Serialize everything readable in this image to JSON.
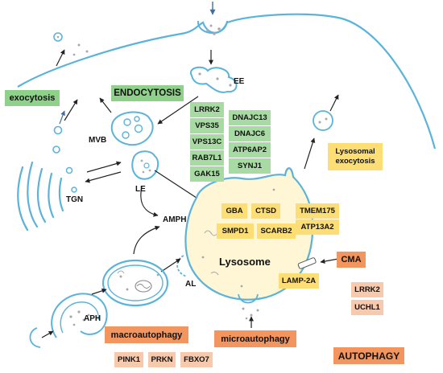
{
  "labels": {
    "exocytosis": "exocytosis",
    "endocytosis": "ENDOCYTOSIS",
    "ee": "EE",
    "mvb": "MVB",
    "tgn": "TGN",
    "le": "LE",
    "amph": "AMPH",
    "aph": "APH",
    "al": "AL",
    "lysosome": "Lysosome",
    "lysosomal_exocytosis": "Lysosomal exocytosis",
    "cma": "CMA",
    "macroautophagy": "macroautophagy",
    "microautophagy": "microautophagy",
    "autophagy": "AUTOPHAGY"
  },
  "endo_genes_left": [
    "LRRK2",
    "VPS35",
    "VPS13C",
    "RAB7L1",
    "GAK15"
  ],
  "endo_genes_right": [
    "DNAJC13",
    "DNAJC6",
    "ATP6AP2",
    "SYNJ1"
  ],
  "lysosome_genes": [
    "GBA",
    "CTSD",
    "SMPD1",
    "SCARB2",
    "TMEM175",
    "ATP13A2",
    "LAMP-2A"
  ],
  "cma_genes": [
    "LRRK2",
    "UCHL1"
  ],
  "macro_genes": [
    "PINK1",
    "PRKN",
    "FBXO7"
  ],
  "colors": {
    "membrane": "#5bb3d9",
    "green_box": "#8fd18a",
    "green_gene": "#a8dba3",
    "yellow_gene": "#fcde74",
    "lysosome_fill": "#fff6d6",
    "orange": "#f3955f",
    "peach": "#f7c9ad"
  }
}
